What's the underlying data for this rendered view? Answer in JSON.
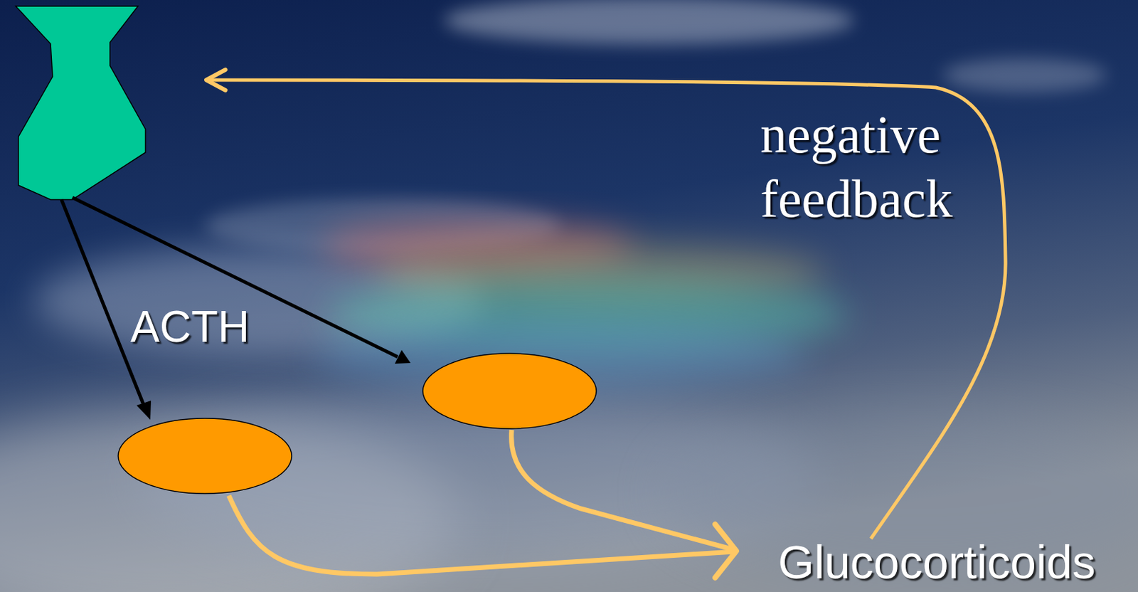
{
  "diagram": {
    "labels": [
      "ACTH",
      "negative feedback",
      "Glucocorticoids"
    ]
  }
}
